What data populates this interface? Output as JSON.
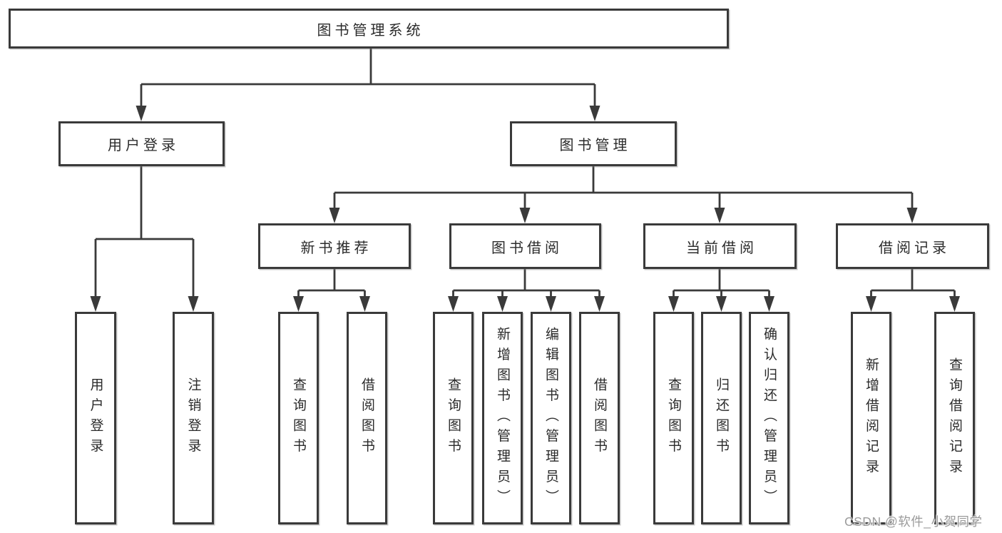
{
  "diagram": {
    "type": "hierarchy-tree",
    "nodes": {
      "root": "图书管理系统",
      "level1": [
        "用户登录",
        "图书管理"
      ],
      "level2": [
        "新书推荐",
        "图书借阅",
        "当前借阅",
        "借阅记录"
      ],
      "level3": {
        "user_login": [
          "用户登录",
          "注销登录"
        ],
        "new_books": [
          "查询图书",
          "借阅图书"
        ],
        "book_borrow": [
          "查询图书",
          "新增图书（管理员）",
          "编辑图书（管理员）",
          "借阅图书"
        ],
        "current_borrow": [
          "查询图书",
          "归还图书",
          "确认归还（管理员）"
        ],
        "borrow_records": [
          "新增借阅记录",
          "查询借阅记录"
        ]
      }
    },
    "edges": [
      {
        "from": "图书管理系统",
        "to": [
          "用户登录",
          "图书管理"
        ]
      },
      {
        "from": "用户登录",
        "to": [
          "用户登录",
          "注销登录"
        ]
      },
      {
        "from": "图书管理",
        "to": [
          "新书推荐",
          "图书借阅",
          "当前借阅",
          "借阅记录"
        ]
      },
      {
        "from": "新书推荐",
        "to": [
          "查询图书",
          "借阅图书"
        ]
      },
      {
        "from": "图书借阅",
        "to": [
          "查询图书",
          "新增图书（管理员）",
          "编辑图书（管理员）",
          "借阅图书"
        ]
      },
      {
        "from": "当前借阅",
        "to": [
          "查询图书",
          "归还图书",
          "确认归还（管理员）"
        ]
      },
      {
        "from": "借阅记录",
        "to": [
          "新增借阅记录",
          "查询借阅记录"
        ]
      }
    ],
    "colors": {
      "line": "#3a3a3a",
      "box_border": "#3a3a3a",
      "box_fill": "#ffffff",
      "text": "#2b2b2b",
      "watermark": "#9b9b9b",
      "background": "#ffffff"
    }
  },
  "watermark": "CSDN @软件_小贺同学"
}
